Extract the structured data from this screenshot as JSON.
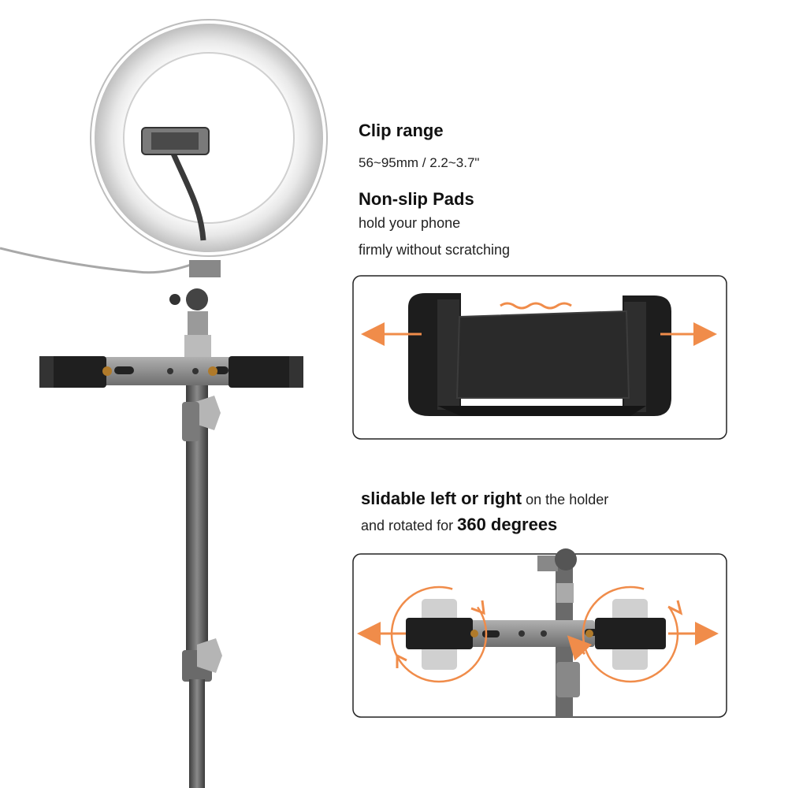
{
  "clip_range": {
    "title": "Clip range",
    "value": "56~95mm / 2.2~3.7\""
  },
  "non_slip": {
    "title": "Non-slip Pads",
    "line1": "hold your phone",
    "line2": "firmly without scratching"
  },
  "slidable": {
    "bold1": "slidable left or right",
    "rest1": " on the holder",
    "rest2": "and rotated for ",
    "bold2": "360 degrees"
  },
  "colors": {
    "accent_arrow": "#f08c4a",
    "clip_body": "#1f1f1f",
    "pad": "#2a2a2a",
    "bar": "#8a8a8a",
    "pole": "#5a5a5a",
    "ring_glow": "#f2f2f2"
  }
}
